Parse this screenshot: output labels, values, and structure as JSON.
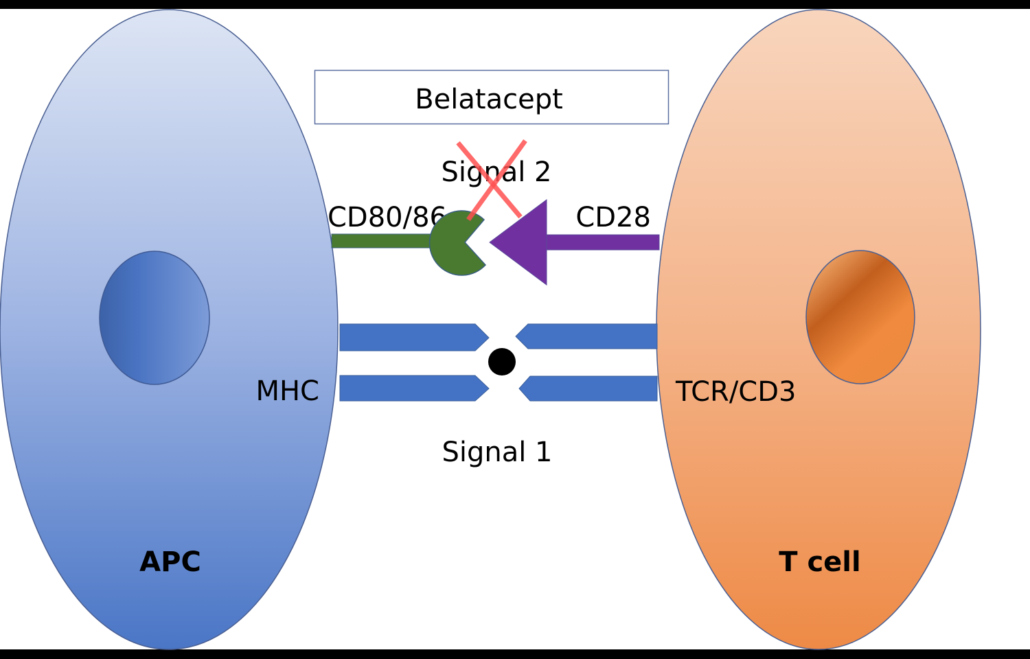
{
  "title_box": {
    "label": "Belatacept"
  },
  "cells": {
    "apc": {
      "label": "APC",
      "fill_light": "#dde5f4",
      "fill_dark": "#4a76c6",
      "nucleus_dark": "#3c62a8",
      "nucleus_light": "#7d9cd8"
    },
    "tcell": {
      "label": "T cell",
      "fill_light": "#f8d5bd",
      "fill_dark": "#ee8a46",
      "nucleus_dark": "#c25f1e",
      "nucleus_light": "#ef8a3e"
    }
  },
  "signals": {
    "signal1": {
      "label": "Signal 1",
      "left_receptor": "MHC",
      "right_receptor": "TCR/CD3"
    },
    "signal2": {
      "label": "Signal 2",
      "left_receptor": "CD80/86",
      "right_receptor": "CD28",
      "blocked": true
    }
  },
  "colors": {
    "outline": "#4a5f92",
    "cd80_green": "#4a7a30",
    "cd28_purple": "#7030a0",
    "mhc_blue": "#4472c4",
    "block_x": "#ff5050",
    "box_border": "#5a6fa0"
  }
}
